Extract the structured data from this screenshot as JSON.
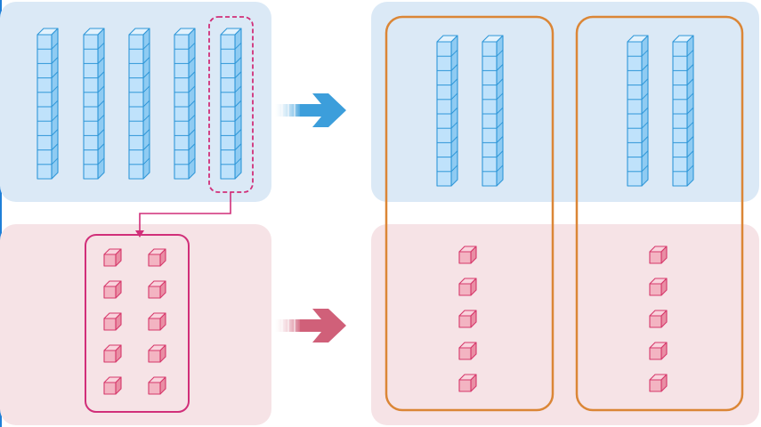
{
  "colors": {
    "panel_blue": "#dbe9f6",
    "panel_pink": "#f6e3e6",
    "ten_rod_fill": "#bfe2fb",
    "ten_rod_stroke": "#2f97d8",
    "unit_fill": "#f3b4c2",
    "unit_stroke": "#d6386b",
    "group_outline": "#db8636",
    "exchange_outline": "#d12f79",
    "arrow_blue": "#3c9edb",
    "arrow_pink": "#d06079",
    "edge_line": "#1f7fd8"
  },
  "icons": {
    "ten_rod": "ten-rod-block-icon",
    "unit_cube": "unit-cube-block-icon",
    "arrow_blue": "right-arrow-icon",
    "arrow_pink": "right-arrow-icon"
  },
  "before": {
    "tens": 5,
    "ones": 10,
    "regrouped_tens": 1
  },
  "after": {
    "groups": 2,
    "tens_per_group": 2,
    "ones_per_group": 5
  }
}
